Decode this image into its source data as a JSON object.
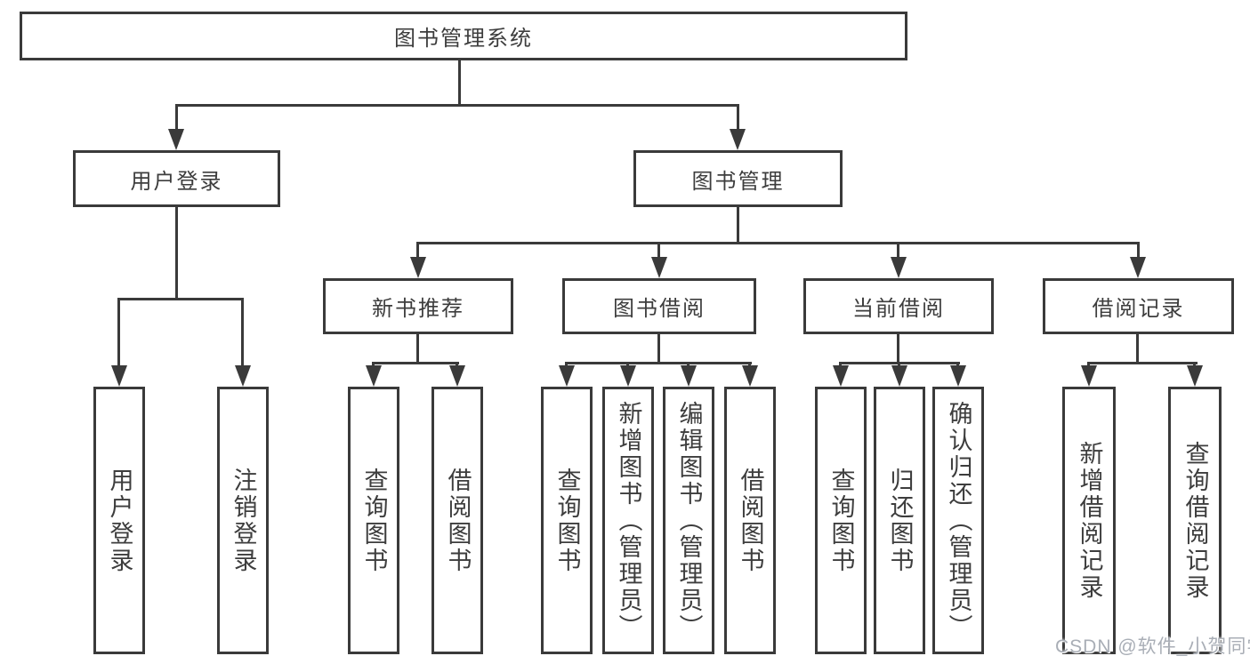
{
  "diagram": {
    "root": {
      "label": "图书管理系统"
    },
    "branches": [
      {
        "label": "用户登录",
        "children": [
          {
            "label": "用户登录"
          },
          {
            "label": "注销登录"
          }
        ]
      },
      {
        "label": "图书管理",
        "children": [
          {
            "label": "新书推荐",
            "children": [
              {
                "label": "查询图书"
              },
              {
                "label": "借阅图书"
              }
            ]
          },
          {
            "label": "图书借阅",
            "children": [
              {
                "label": "查询图书"
              },
              {
                "label": "新增图书（管理员）"
              },
              {
                "label": "编辑图书（管理员）"
              },
              {
                "label": "借阅图书"
              }
            ]
          },
          {
            "label": "当前借阅",
            "children": [
              {
                "label": "查询图书"
              },
              {
                "label": "归还图书"
              },
              {
                "label": "确认归还（管理员）"
              }
            ]
          },
          {
            "label": "借阅记录",
            "children": [
              {
                "label": "新增借阅记录"
              },
              {
                "label": "查询借阅记录"
              }
            ]
          }
        ]
      }
    ]
  },
  "watermark": {
    "text": "CSDN @软件_小贺同学"
  },
  "colors": {
    "line": "#3a3a3a",
    "text": "#3d3d3d",
    "watermark": "#a9aeb6",
    "background": "#ffffff"
  }
}
